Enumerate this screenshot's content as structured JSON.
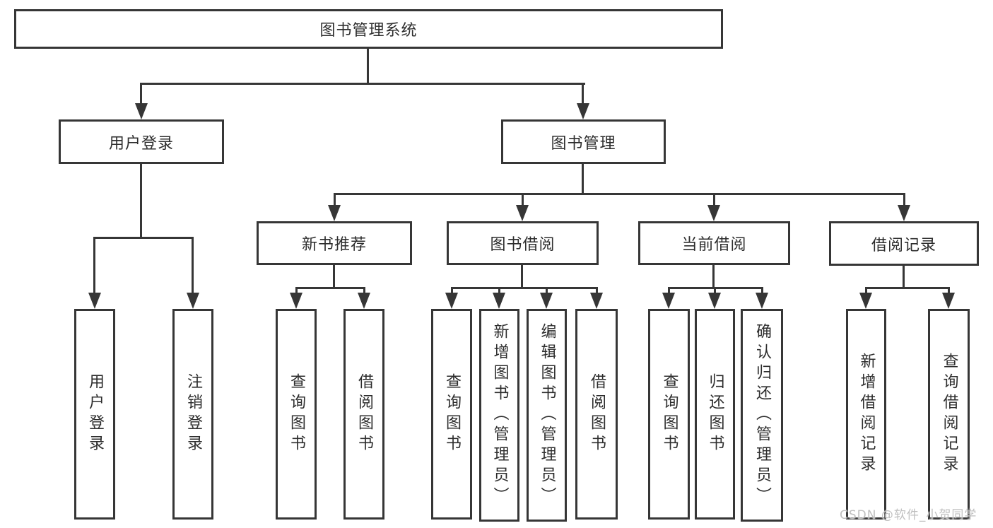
{
  "diagram": {
    "root": {
      "label": "图书管理系统"
    },
    "level2": [
      {
        "label": "用户登录"
      },
      {
        "label": "图书管理"
      }
    ],
    "level3": [
      {
        "label": "新书推荐"
      },
      {
        "label": "图书借阅"
      },
      {
        "label": "当前借阅"
      },
      {
        "label": "借阅记录"
      }
    ],
    "leaves": {
      "user": [
        "用户登录",
        "注销登录"
      ],
      "newbook": [
        "查询图书",
        "借阅图书"
      ],
      "bookborrow": [
        "查询图书",
        "新增图书（管理员）",
        "编辑图书（管理员）",
        "借阅图书"
      ],
      "current": [
        "查询图书",
        "归还图书",
        "确认归还（管理员）"
      ],
      "record": [
        "新增借阅记录",
        "查询借阅记录"
      ]
    },
    "colors": {
      "line": "#363636",
      "text": "#2d2d2d",
      "background": "#ffffff",
      "watermark": "#bfbfbf"
    }
  },
  "watermark": {
    "text": "CSDN @软件_小贺同学"
  }
}
